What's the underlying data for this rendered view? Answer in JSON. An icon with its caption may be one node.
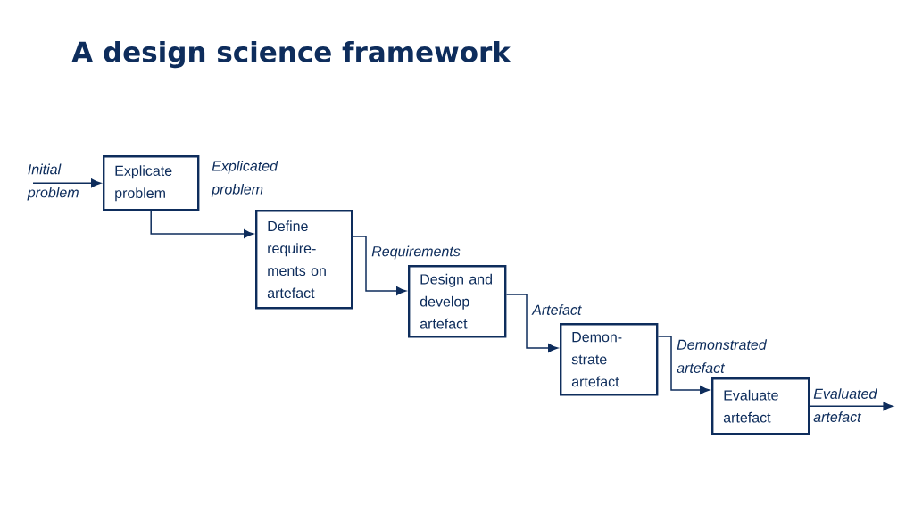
{
  "diagram": {
    "title": "A design science framework",
    "nodes": [
      {
        "text": [
          "Explicate problem"
        ]
      },
      {
        "text": [
          "Define require- ments on artefact"
        ]
      },
      {
        "text": [
          "Design and develop artefact"
        ]
      },
      {
        "text": [
          "Demon- strate artefact"
        ]
      },
      {
        "text": [
          "Evaluate artefact"
        ]
      }
    ],
    "edges": [
      {
        "from": null,
        "to": 0,
        "arrow": "to",
        "label": "Initial problem"
      },
      {
        "from": 0,
        "to": 1,
        "arrow": "to",
        "label": "Explicated problem"
      },
      {
        "from": 1,
        "to": 2,
        "arrow": "to",
        "label": "Requirements"
      },
      {
        "from": 2,
        "to": 3,
        "arrow": "to",
        "label": "Artefact"
      },
      {
        "from": 3,
        "to": 4,
        "arrow": "to",
        "label": "Demonstrated artefact"
      },
      {
        "from": 4,
        "to": null,
        "arrow": "to",
        "label": "Evaluated artefact"
      }
    ]
  }
}
